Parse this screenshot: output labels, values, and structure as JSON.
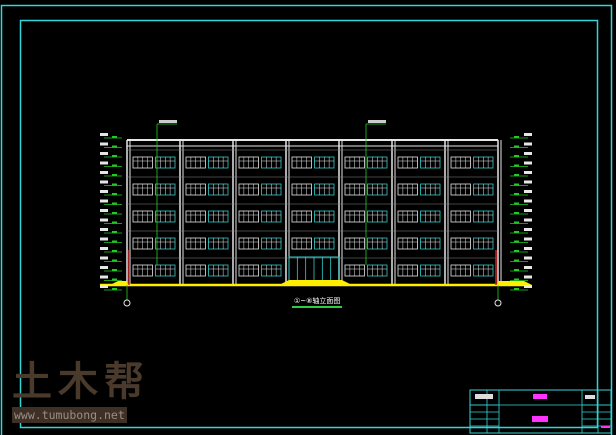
{
  "drawing": {
    "elevation_title": "①~⑧轴立面图",
    "bays": 7,
    "floors": 5,
    "colors": {
      "frame": "#33d6d6",
      "wall": "#e6e6e6",
      "window": "#33cccc",
      "ground": "#ffee00",
      "leader": "#22cc22",
      "titleblock_text": "#ff33ff"
    }
  },
  "watermark": {
    "logo": "土木帮",
    "url": "www.tumubong.net"
  }
}
